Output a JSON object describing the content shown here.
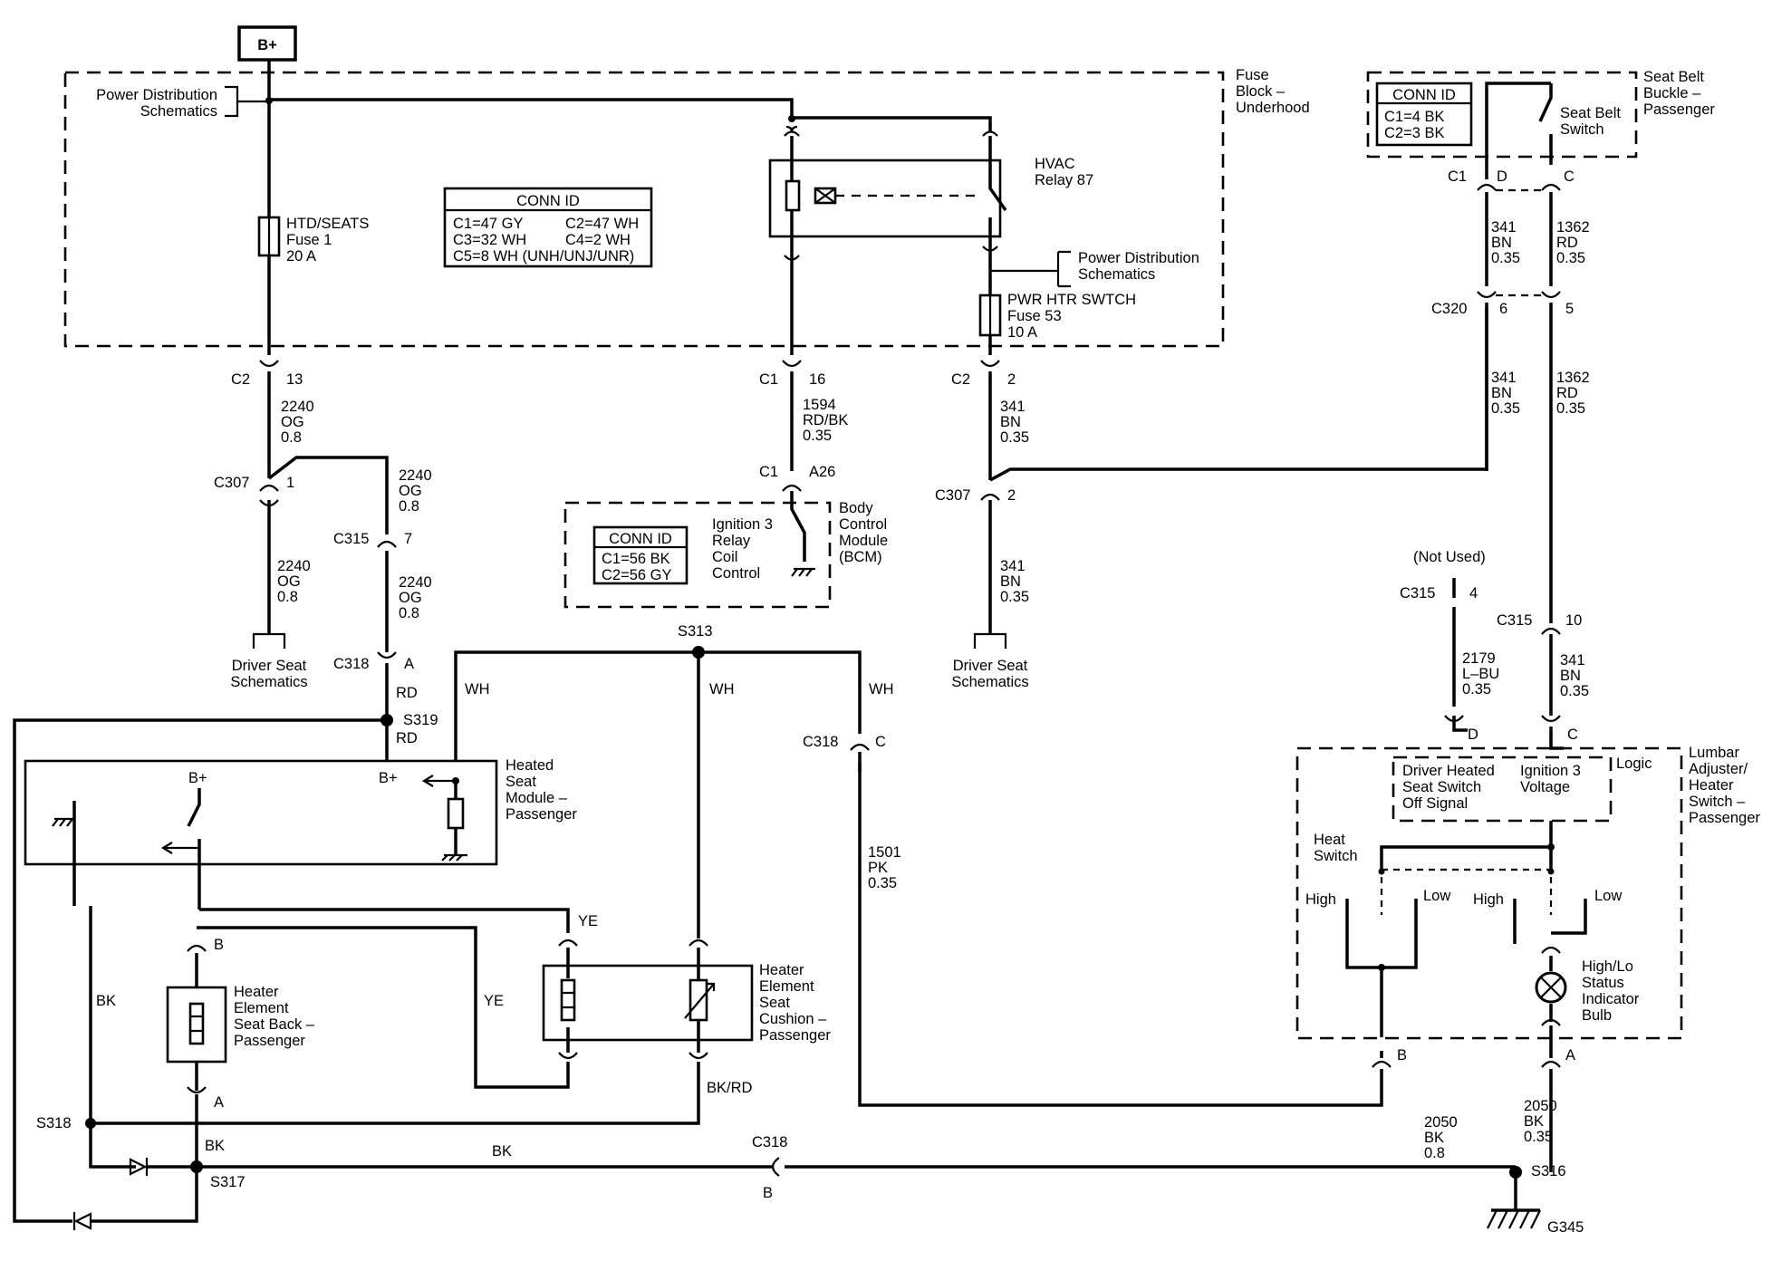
{
  "battery": "B+",
  "areas": {
    "fuse_block": [
      "Fuse",
      "Block –",
      "Underhood"
    ],
    "bcm": [
      "Body",
      "Control",
      "Module",
      "(BCM)"
    ],
    "seat_belt_buckle": [
      "Seat Belt",
      "Buckle –",
      "Passenger"
    ],
    "lumbar_switch": [
      "Lumbar",
      "Adjuster/",
      "Heater",
      "Switch –",
      "Passenger"
    ]
  },
  "conn_ids": {
    "fuse_block": {
      "title": "CONN ID",
      "rows": [
        "C1=47 GY",
        "C2=47 WH",
        "C3=32 WH",
        "C4=2 WH",
        "C5=8 WH (UNH/UNJ/UNR)"
      ]
    },
    "bcm": {
      "title": "CONN ID",
      "rows": [
        "C1=56 BK",
        "C2=56 GY"
      ]
    },
    "seat_belt": {
      "title": "CONN ID",
      "rows": [
        "C1=4 BK",
        "C2=3 BK"
      ]
    }
  },
  "refs": {
    "power_dist_1": [
      "Power Distribution",
      "Schematics"
    ],
    "power_dist_2": [
      "Power Distribution",
      "Schematics"
    ],
    "driver_seat_1": [
      "Driver Seat",
      "Schematics"
    ],
    "driver_seat_2": [
      "Driver Seat",
      "Schematics"
    ]
  },
  "components": {
    "fuse_1": [
      "HTD/SEATS",
      "Fuse 1",
      "20 A"
    ],
    "hvac_relay": [
      "HVAC",
      "Relay 87"
    ],
    "fuse_53": [
      "PWR HTR SWTCH",
      "Fuse 53",
      "10 A"
    ],
    "ign3_relay": [
      "Ignition 3",
      "Relay",
      "Coil",
      "Control"
    ],
    "seat_belt_switch": [
      "Seat Belt",
      "Switch"
    ],
    "heated_seat_module": [
      "Heated",
      "Seat",
      "Module –",
      "Passenger"
    ],
    "module_bplus_1": "B+",
    "module_bplus_2": "B+",
    "heater_back": [
      "Heater",
      "Element",
      "Seat Back –",
      "Passenger"
    ],
    "heater_cushion": [
      "Heater",
      "Element",
      "Seat",
      "Cushion –",
      "Passenger"
    ],
    "logic_left": [
      "Driver Heated",
      "Seat Switch",
      "Off Signal"
    ],
    "logic_right": [
      "Ignition 3",
      "Voltage"
    ],
    "logic_label": "Logic",
    "heat_switch": [
      "Heat",
      "Switch"
    ],
    "high_1": "High",
    "low_1": "Low",
    "high_2": "High",
    "low_2": "Low",
    "bulb": [
      "High/Lo",
      "Status",
      "Indicator",
      "Bulb"
    ],
    "not_used": "(Not Used)"
  },
  "connectors": {
    "c2_13": [
      "C2",
      "13"
    ],
    "c1_16": [
      "C1",
      "16"
    ],
    "c2_2": [
      "C2",
      "2"
    ],
    "c1_a26": [
      "C1",
      "A26"
    ],
    "c307_1": [
      "C307",
      "1"
    ],
    "c307_2": [
      "C307",
      "2"
    ],
    "c315_7": [
      "C315",
      "7"
    ],
    "c318_a": [
      "C318",
      "A"
    ],
    "c318_c": [
      "C318",
      "C"
    ],
    "c318_b": [
      "C318",
      "B"
    ],
    "c1_d": [
      "C1",
      "D"
    ],
    "c_c": "C",
    "c320_6": [
      "C320",
      "6"
    ],
    "c320_5": "5",
    "c315_4": [
      "C315",
      "4"
    ],
    "c315_10": [
      "C315",
      "10"
    ],
    "pin_d": "D",
    "pin_c": "C",
    "pin_b_cushion": "B",
    "pin_a_back": "A",
    "pin_b_switch": "B",
    "pin_a_switch": "A"
  },
  "splices": {
    "s313": "S313",
    "s319": "S319",
    "s318": "S318",
    "s317": "S317",
    "s316": "S316",
    "g345": "G345"
  },
  "wires": {
    "w_2240_a": [
      "2240",
      "OG",
      "0.8"
    ],
    "w_2240_b": [
      "2240",
      "OG",
      "0.8"
    ],
    "w_2240_c": [
      "2240",
      "OG",
      "0.8"
    ],
    "w_2240_d": [
      "2240",
      "OG",
      "0.8"
    ],
    "w_1594": [
      "1594",
      "RD/BK",
      "0.35"
    ],
    "w_341_a": [
      "341",
      "BN",
      "0.35"
    ],
    "w_341_b": [
      "341",
      "BN",
      "0.35"
    ],
    "w_341_c": [
      "341",
      "BN",
      "0.35"
    ],
    "w_341_d": [
      "341",
      "BN",
      "0.35"
    ],
    "w_341_e": [
      "341",
      "BN",
      "0.35"
    ],
    "w_1362_a": [
      "1362",
      "RD",
      "0.35"
    ],
    "w_1362_b": [
      "1362",
      "RD",
      "0.35"
    ],
    "w_2179": [
      "2179",
      "L–BU",
      "0.35"
    ],
    "w_1501": [
      "1501",
      "PK",
      "0.35"
    ],
    "w_2050_a": [
      "2050",
      "BK",
      "0.8"
    ],
    "w_2050_b": [
      "2050",
      "BK",
      "0.35"
    ],
    "rd_1": "RD",
    "rd_2": "RD",
    "wh_1": "WH",
    "wh_2": "WH",
    "wh_3": "WH",
    "ye_1": "YE",
    "ye_2": "YE",
    "bk_1": "BK",
    "bk_2": "BK",
    "bk_3": "BK",
    "bkrd": "BK/RD"
  }
}
